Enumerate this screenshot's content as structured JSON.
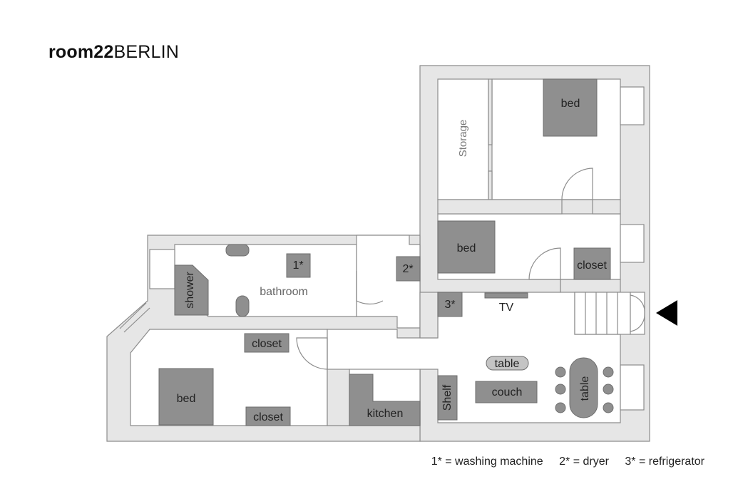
{
  "brand": {
    "bold": "room22",
    "regular": "BERLIN"
  },
  "rooms": {
    "storage": "Storage",
    "bathroom": "bathroom"
  },
  "furniture": {
    "bed_top": "bed",
    "bed_middle": "bed",
    "bed_bottom": "bed",
    "closet_middle": "closet",
    "closet_upper_left": "closet",
    "closet_lower_left": "closet",
    "shower": "shower",
    "kitchen": "kitchen",
    "shelf": "Shelf",
    "couch": "couch",
    "table_small": "table",
    "table_dining": "table",
    "tv": "TV",
    "marker_1": "1*",
    "marker_2": "2*",
    "marker_3": "3*"
  },
  "legend": [
    "1* = washing machine",
    "2* = dryer",
    "3* = refrigerator"
  ],
  "colors": {
    "wall": "#e6e6e6",
    "outline": "#8c8c8c",
    "furniture": "#8f8f8f",
    "table_light": "#c4c4c4",
    "floor": "#ffffff",
    "entrance_arrow": "#000000"
  }
}
